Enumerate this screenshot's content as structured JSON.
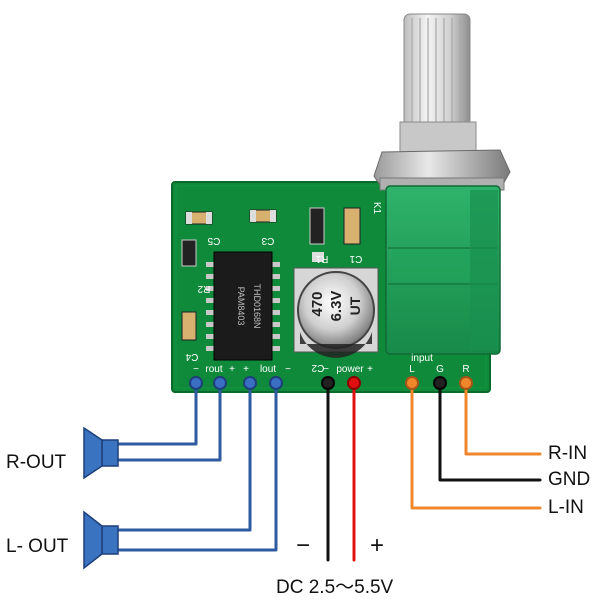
{
  "board": {
    "chip_marking": [
      "PAM8403",
      "THD0168N"
    ],
    "capacitor_marking": [
      "470",
      "6.3V",
      "UT"
    ],
    "silk": {
      "c5": "C5",
      "c3": "C3",
      "r2": "R2",
      "c4": "C4",
      "c2": "C2",
      "r1": "R1",
      "c1": "C1",
      "k1": "K1",
      "rout": "rout",
      "lout": "lout",
      "power": "power",
      "input": "input",
      "l": "L",
      "g": "G",
      "r": "R",
      "minus": "−",
      "plus": "+"
    }
  },
  "labels": {
    "r_out": "R-OUT",
    "l_out": "L- OUT",
    "r_in": "R-IN",
    "gnd": "GND",
    "l_in": "L-IN",
    "minus": "−",
    "plus": "+",
    "dc": "DC 2.5～5.5V"
  },
  "colors": {
    "pcb": "#0f8a3a",
    "speaker_wire": "#2e5aa0",
    "power_negative": "#111111",
    "power_positive": "#e01010",
    "input_wire": "#f0872a",
    "gnd_wire": "#111111",
    "speaker": "#3a73c0"
  }
}
